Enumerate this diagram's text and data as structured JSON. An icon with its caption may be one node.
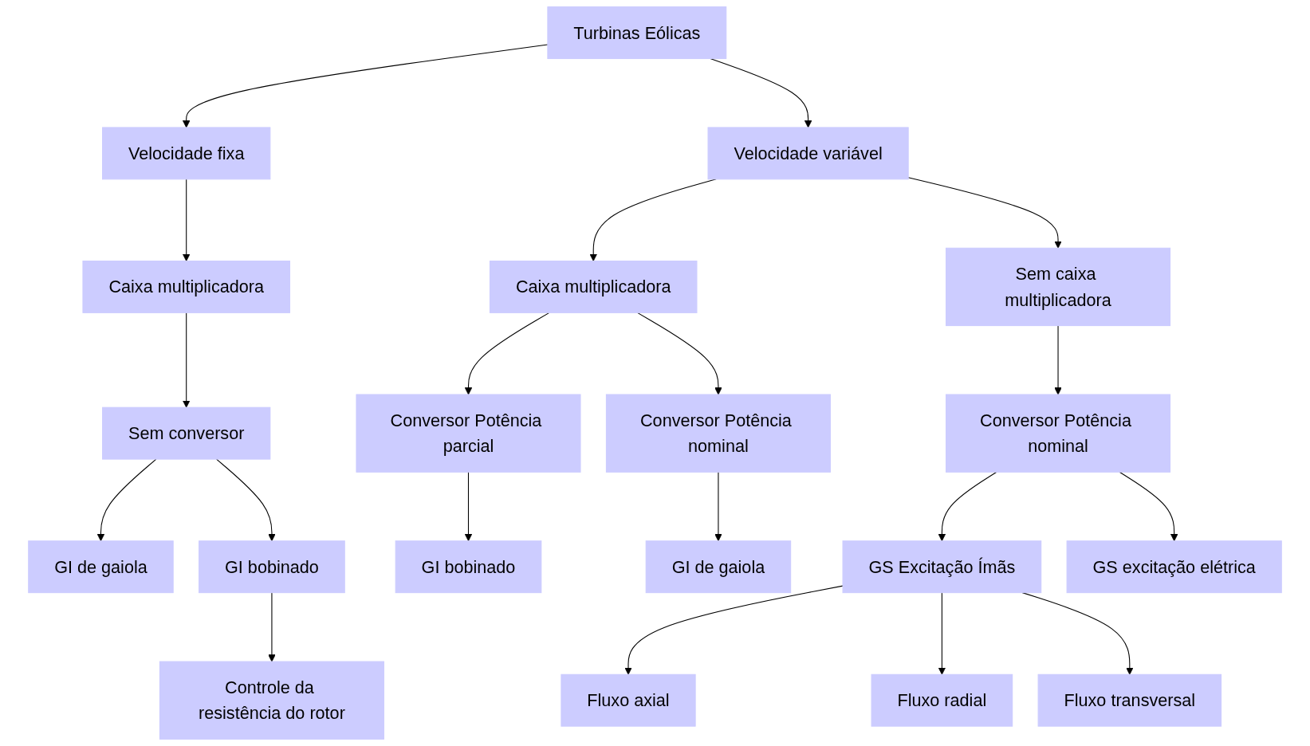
{
  "diagram": {
    "nodes": [
      {
        "text": [
          "Turbinas Eólicas"
        ]
      },
      {
        "text": [
          "Velocidade fixa"
        ]
      },
      {
        "text": [
          "Velocidade variável"
        ]
      },
      {
        "text": [
          "Caixa multiplicadora"
        ]
      },
      {
        "text": [
          "Caixa multiplicadora"
        ]
      },
      {
        "text": [
          "Sem caixa multiplicadora"
        ]
      },
      {
        "text": [
          "Sem conversor"
        ]
      },
      {
        "text": [
          "Conversor Potência parcial"
        ]
      },
      {
        "text": [
          "Conversor Potência nominal"
        ]
      },
      {
        "text": [
          "Conversor Potência nominal"
        ]
      },
      {
        "text": [
          "GI de gaiola"
        ]
      },
      {
        "text": [
          "GI bobinado"
        ]
      },
      {
        "text": [
          "GI bobinado"
        ]
      },
      {
        "text": [
          "GI de gaiola"
        ]
      },
      {
        "text": [
          "GS excitação elétrica"
        ]
      },
      {
        "text": [
          "GS Excitação Ímãs"
        ]
      },
      {
        "text": [
          "Controle da resistência do rotor"
        ]
      },
      {
        "text": [
          "Fluxo axial"
        ]
      },
      {
        "text": [
          "Fluxo radial"
        ]
      },
      {
        "text": [
          "Fluxo transversal"
        ]
      }
    ],
    "edges": [
      {
        "from": 0,
        "to": 1,
        "arrow": "to"
      },
      {
        "from": 0,
        "to": 2,
        "arrow": "to"
      },
      {
        "from": 1,
        "to": 3,
        "arrow": "to"
      },
      {
        "from": 2,
        "to": 4,
        "arrow": "to"
      },
      {
        "from": 2,
        "to": 5,
        "arrow": "to"
      },
      {
        "from": 3,
        "to": 6,
        "arrow": "to"
      },
      {
        "from": 4,
        "to": 7,
        "arrow": "to"
      },
      {
        "from": 4,
        "to": 8,
        "arrow": "to"
      },
      {
        "from": 5,
        "to": 9,
        "arrow": "to"
      },
      {
        "from": 6,
        "to": 10,
        "arrow": "to"
      },
      {
        "from": 6,
        "to": 11,
        "arrow": "to"
      },
      {
        "from": 7,
        "to": 12,
        "arrow": "to"
      },
      {
        "from": 8,
        "to": 13,
        "arrow": "to"
      },
      {
        "from": 9,
        "to": 14,
        "arrow": "to"
      },
      {
        "from": 9,
        "to": 15,
        "arrow": "to"
      },
      {
        "from": 11,
        "to": 16,
        "arrow": "to"
      },
      {
        "from": 15,
        "to": 17,
        "arrow": "to"
      },
      {
        "from": 15,
        "to": 18,
        "arrow": "to"
      },
      {
        "from": 15,
        "to": 19,
        "arrow": "to"
      }
    ]
  }
}
